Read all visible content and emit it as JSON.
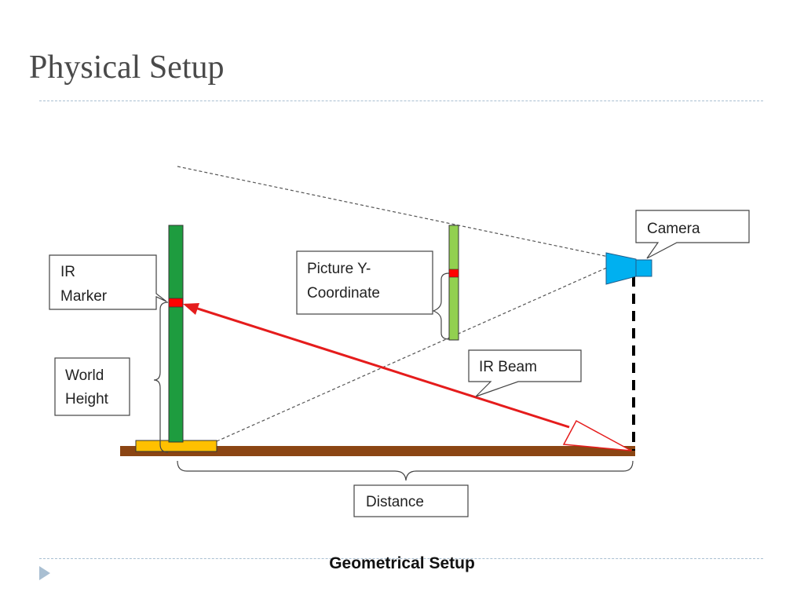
{
  "slide": {
    "title": "Physical Setup",
    "caption": "Geometrical Setup"
  },
  "diagram": {
    "labels": {
      "ir_marker_line1": "IR",
      "ir_marker_line2": "Marker",
      "world_height_line1": "World",
      "world_height_line2": "Height",
      "picture_y_line1": "Picture Y-",
      "picture_y_line2": "Coordinate",
      "camera": "Camera",
      "ir_beam": "IR Beam",
      "distance": "Distance"
    },
    "colors": {
      "ground": "#8b4513",
      "pole": "#1e9c3f",
      "pole_small": "#92d050",
      "marker": "#ff0000",
      "base": "#ffc000",
      "beam": "#e51c1c",
      "camera": "#00b0f0"
    }
  },
  "nav": {
    "icon": "triangle-right-icon"
  }
}
